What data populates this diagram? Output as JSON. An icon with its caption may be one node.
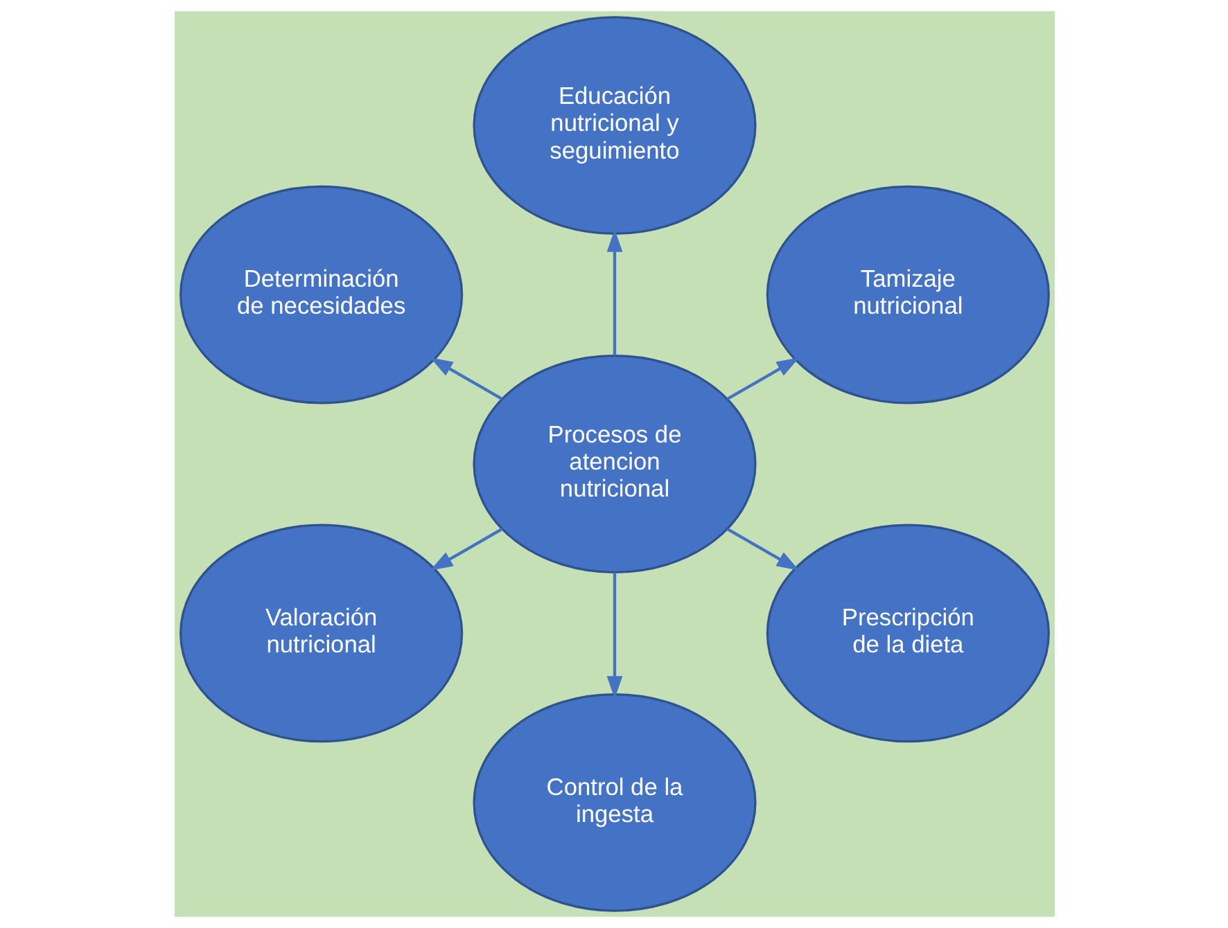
{
  "diagram": {
    "nodes": [
      {
        "text": [
          "Tamizaje nutricional"
        ]
      },
      {
        "text": [
          "Educación nutricional y seguimiento"
        ]
      },
      {
        "text": [
          "Determinación de necesidades"
        ]
      },
      {
        "text": [
          "Procesos de atencion nutricional"
        ]
      },
      {
        "text": [
          "Valoración nutricional"
        ]
      },
      {
        "text": [
          "Control de la ingesta"
        ]
      },
      {
        "text": [
          "Prescripción de la dieta"
        ]
      }
    ],
    "edges": [
      {
        "from": 3,
        "to": 0,
        "arrow": "to"
      },
      {
        "from": 3,
        "to": 2,
        "arrow": "to"
      },
      {
        "from": 3,
        "to": 5,
        "arrow": "to"
      },
      {
        "from": 3,
        "to": 6,
        "arrow": "to"
      },
      {
        "from": 3,
        "to": 4,
        "arrow": "to"
      },
      {
        "from": 3,
        "to": 1,
        "arrow": "to"
      }
    ]
  }
}
